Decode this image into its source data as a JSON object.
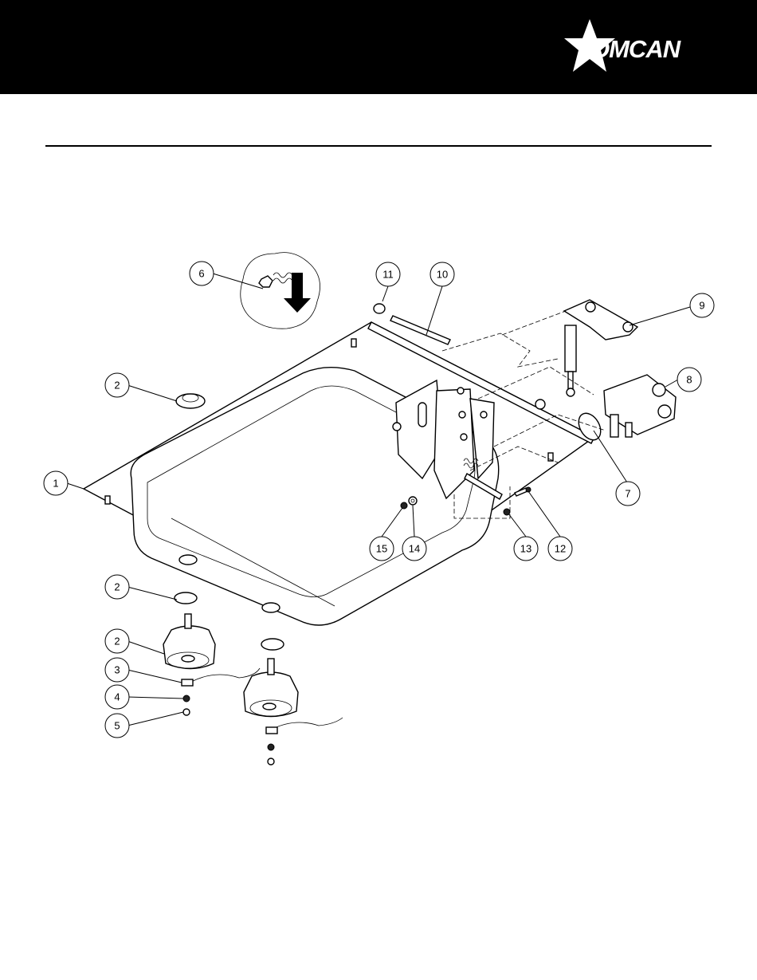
{
  "brand": {
    "name": "OMCAN",
    "header_color": "#000000",
    "logo_icon": "star-icon"
  },
  "callouts": [
    {
      "label": "1"
    },
    {
      "label": "2"
    },
    {
      "label": "2"
    },
    {
      "label": "2"
    },
    {
      "label": "3"
    },
    {
      "label": "4"
    },
    {
      "label": "5"
    },
    {
      "label": "6"
    },
    {
      "label": "7"
    },
    {
      "label": "8"
    },
    {
      "label": "9"
    },
    {
      "label": "10"
    },
    {
      "label": "11"
    },
    {
      "label": "12"
    },
    {
      "label": "13"
    },
    {
      "label": "14"
    },
    {
      "label": "15"
    }
  ]
}
